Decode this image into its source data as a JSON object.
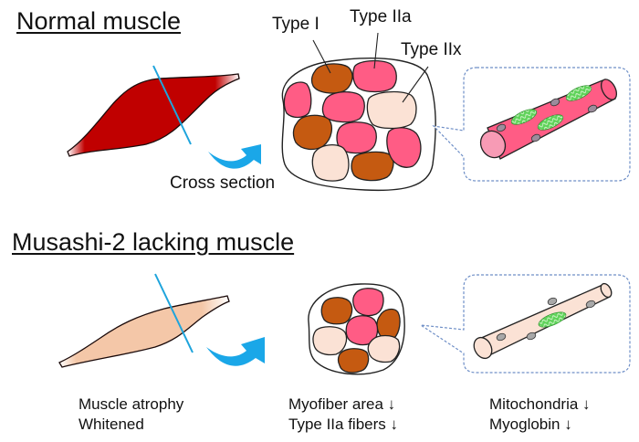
{
  "sections": {
    "normal": {
      "title": "Normal muscle",
      "cross_section_label": "Cross section",
      "fiber_labels": {
        "type1": "Type I",
        "type2a": "Type IIa",
        "type2x": "Type IIx"
      }
    },
    "musashi": {
      "title": "Musashi-2 lacking muscle",
      "captions": {
        "muscle": [
          "Muscle atrophy",
          "Whitened"
        ],
        "cross_section": [
          "Myofiber area ↓",
          "Type IIa fibers ↓"
        ],
        "fiber": [
          "Mitochondria ↓",
          "Myoglobin ↓"
        ]
      }
    }
  },
  "colors": {
    "normal_muscle": "#c00000",
    "atrophied_muscle": "#f4c7a8",
    "type1_fiber": "#c55a11",
    "type2a_fiber": "#ff5c85",
    "type2x_fiber": "#fbe2d5",
    "cut_line": "#1ea4dc",
    "arrow": "#1aa7e8",
    "mitochondria": "#5fd35a",
    "nucleus": "#9c8c9c",
    "callout_border": "#6f8fc7"
  }
}
